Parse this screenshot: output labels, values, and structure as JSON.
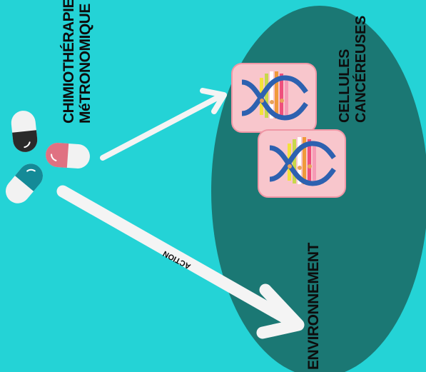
{
  "labels": {
    "therapy_line1": "CHIMIOTHÉRAPIE",
    "therapy_line2": "MéTRONOMIQUE",
    "cells_line1": "CELLULES",
    "cells_line2": "CANCÉREUSES",
    "environment": "ENVIRONNEMENT",
    "action": "ACTION"
  },
  "colors": {
    "background": "#24d3d6",
    "environment_ellipse": "#1b7874",
    "arrow": "#f4f4f4",
    "cell_card": "#f8c6cc",
    "cell_border": "#ef97a6",
    "dna_strand": "#2d61b0",
    "pill_dark": "#2a2a2a",
    "pill_teal": "#148a97",
    "pill_pink": "#e07182"
  },
  "icons": [
    "pill-dark-icon",
    "pill-teal-icon",
    "pill-pink-icon",
    "dna-icon",
    "dna-icon"
  ]
}
